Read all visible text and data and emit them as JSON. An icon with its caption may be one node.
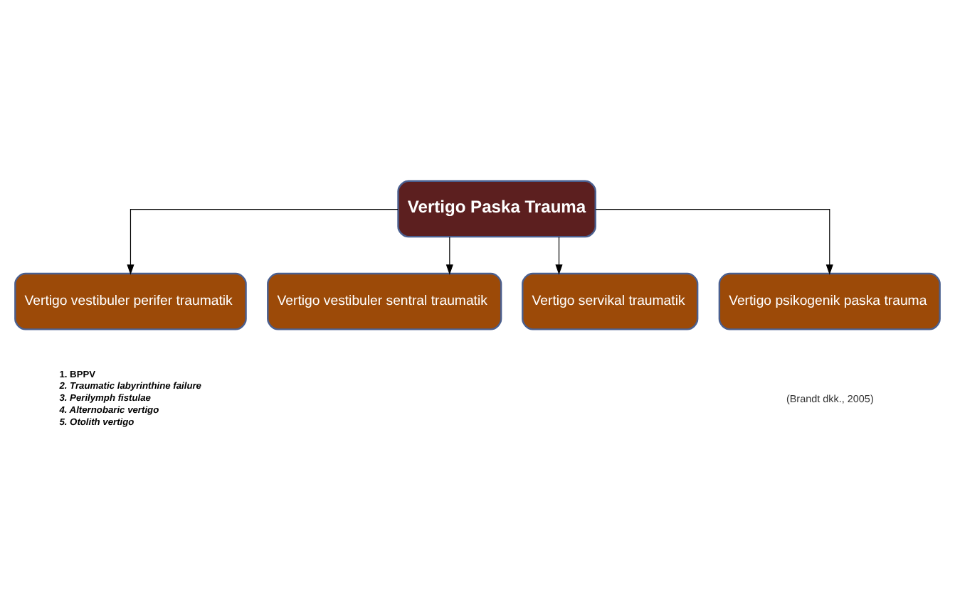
{
  "diagram": {
    "nodes": [
      {
        "text": [
          "Vertigo Paska Trauma"
        ]
      },
      {
        "text": [
          "Vertigo vestibuler perifer traumatik"
        ],
        "beside": [
          "1. BPPV",
          "2. Traumatic labyrinthine failure",
          "3. Perilymph fistulae",
          "4. Alternobaric vertigo",
          "5. Otolith vertigo"
        ]
      },
      {
        "text": [
          "Vertigo vestibuler sentral traumatik"
        ]
      },
      {
        "text": [
          "Vertigo servikal traumatik"
        ]
      },
      {
        "text": [
          "Vertigo psikogenik paska trauma"
        ]
      }
    ],
    "edges": [
      {
        "from": 0,
        "to": 1,
        "arrow": "to"
      },
      {
        "from": 0,
        "to": 2,
        "arrow": "to"
      },
      {
        "from": 0,
        "to": 3,
        "arrow": "to"
      },
      {
        "from": 0,
        "to": 4,
        "arrow": "to"
      }
    ],
    "labels": [
      "(Brandt dkk., 2005)"
    ]
  }
}
